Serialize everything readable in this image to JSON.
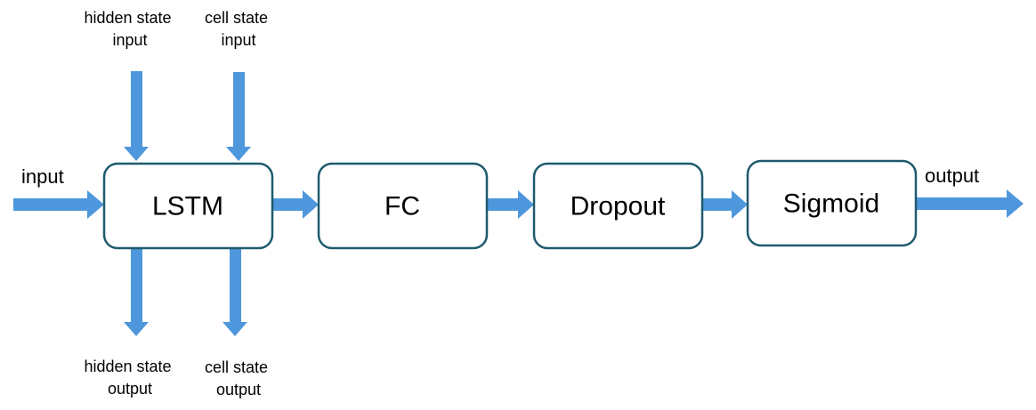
{
  "blocks": {
    "lstm": "LSTM",
    "fc": "FC",
    "dropout": "Dropout",
    "sigmoid": "Sigmoid"
  },
  "labels": {
    "input": "input",
    "output": "output",
    "hidden_state_input": [
      "hidden state",
      "input"
    ],
    "cell_state_input": [
      "cell state",
      "input"
    ],
    "hidden_state_output": [
      "hidden state",
      "output"
    ],
    "cell_state_output": [
      "cell state",
      "output"
    ]
  },
  "colors": {
    "arrow": "#4f97dc",
    "block_border": "#1f5a6e"
  }
}
